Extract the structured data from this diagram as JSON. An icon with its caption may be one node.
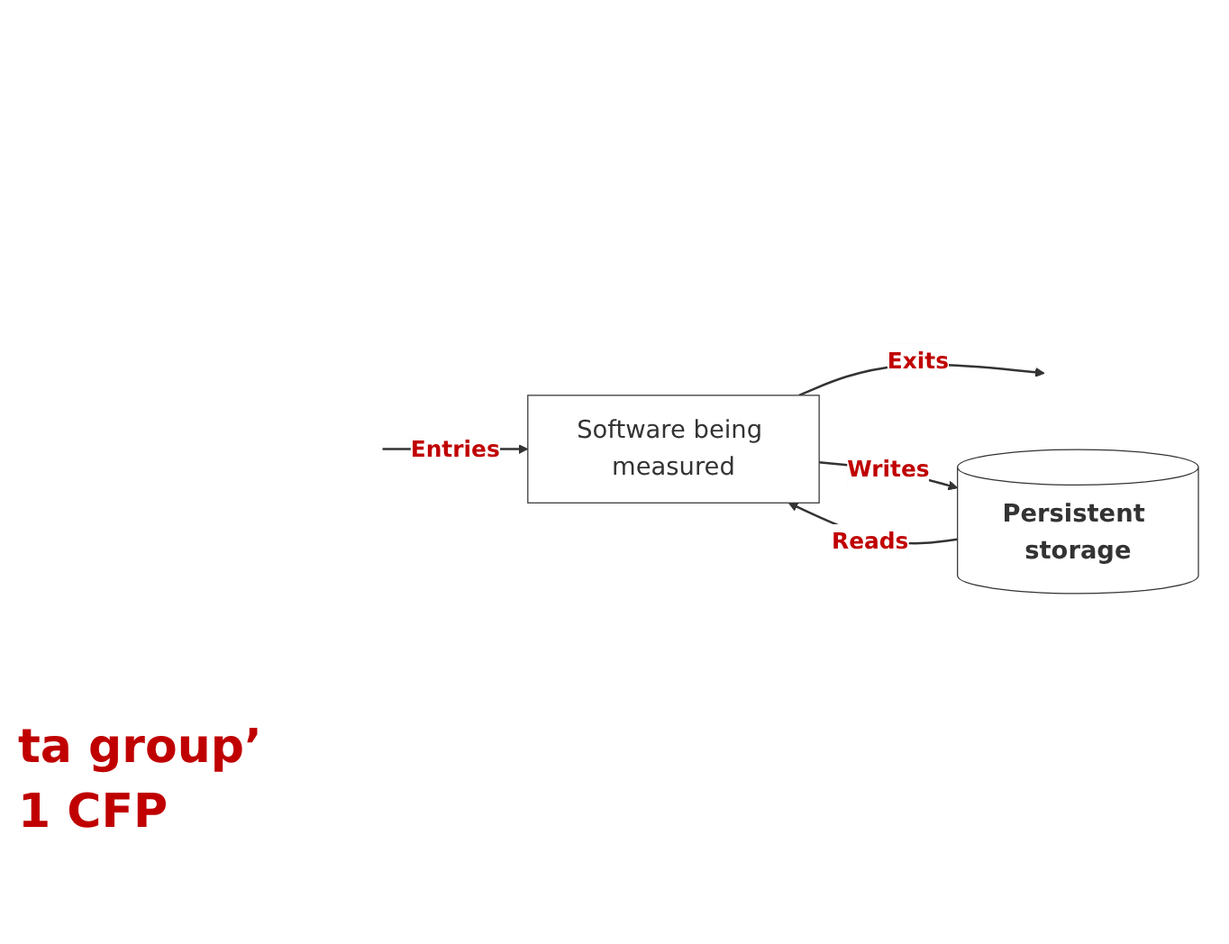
{
  "diagram": {
    "nodes": [
      {
        "text": [
          "Software being measured"
        ]
      },
      {
        "text": [
          "Persistent storage"
        ]
      }
    ],
    "edges": [
      {
        "from": null,
        "to": 0,
        "arrow": "to",
        "label": "Entries"
      },
      {
        "from": 0,
        "to": null,
        "arrow": "to",
        "label": "Exits"
      },
      {
        "from": 1,
        "to": 0,
        "arrow": "to",
        "label": "Reads"
      },
      {
        "from": 0,
        "to": 1,
        "arrow": "to",
        "label": "Writes"
      }
    ],
    "labels": [
      "ta group’",
      "1 CFP"
    ]
  }
}
